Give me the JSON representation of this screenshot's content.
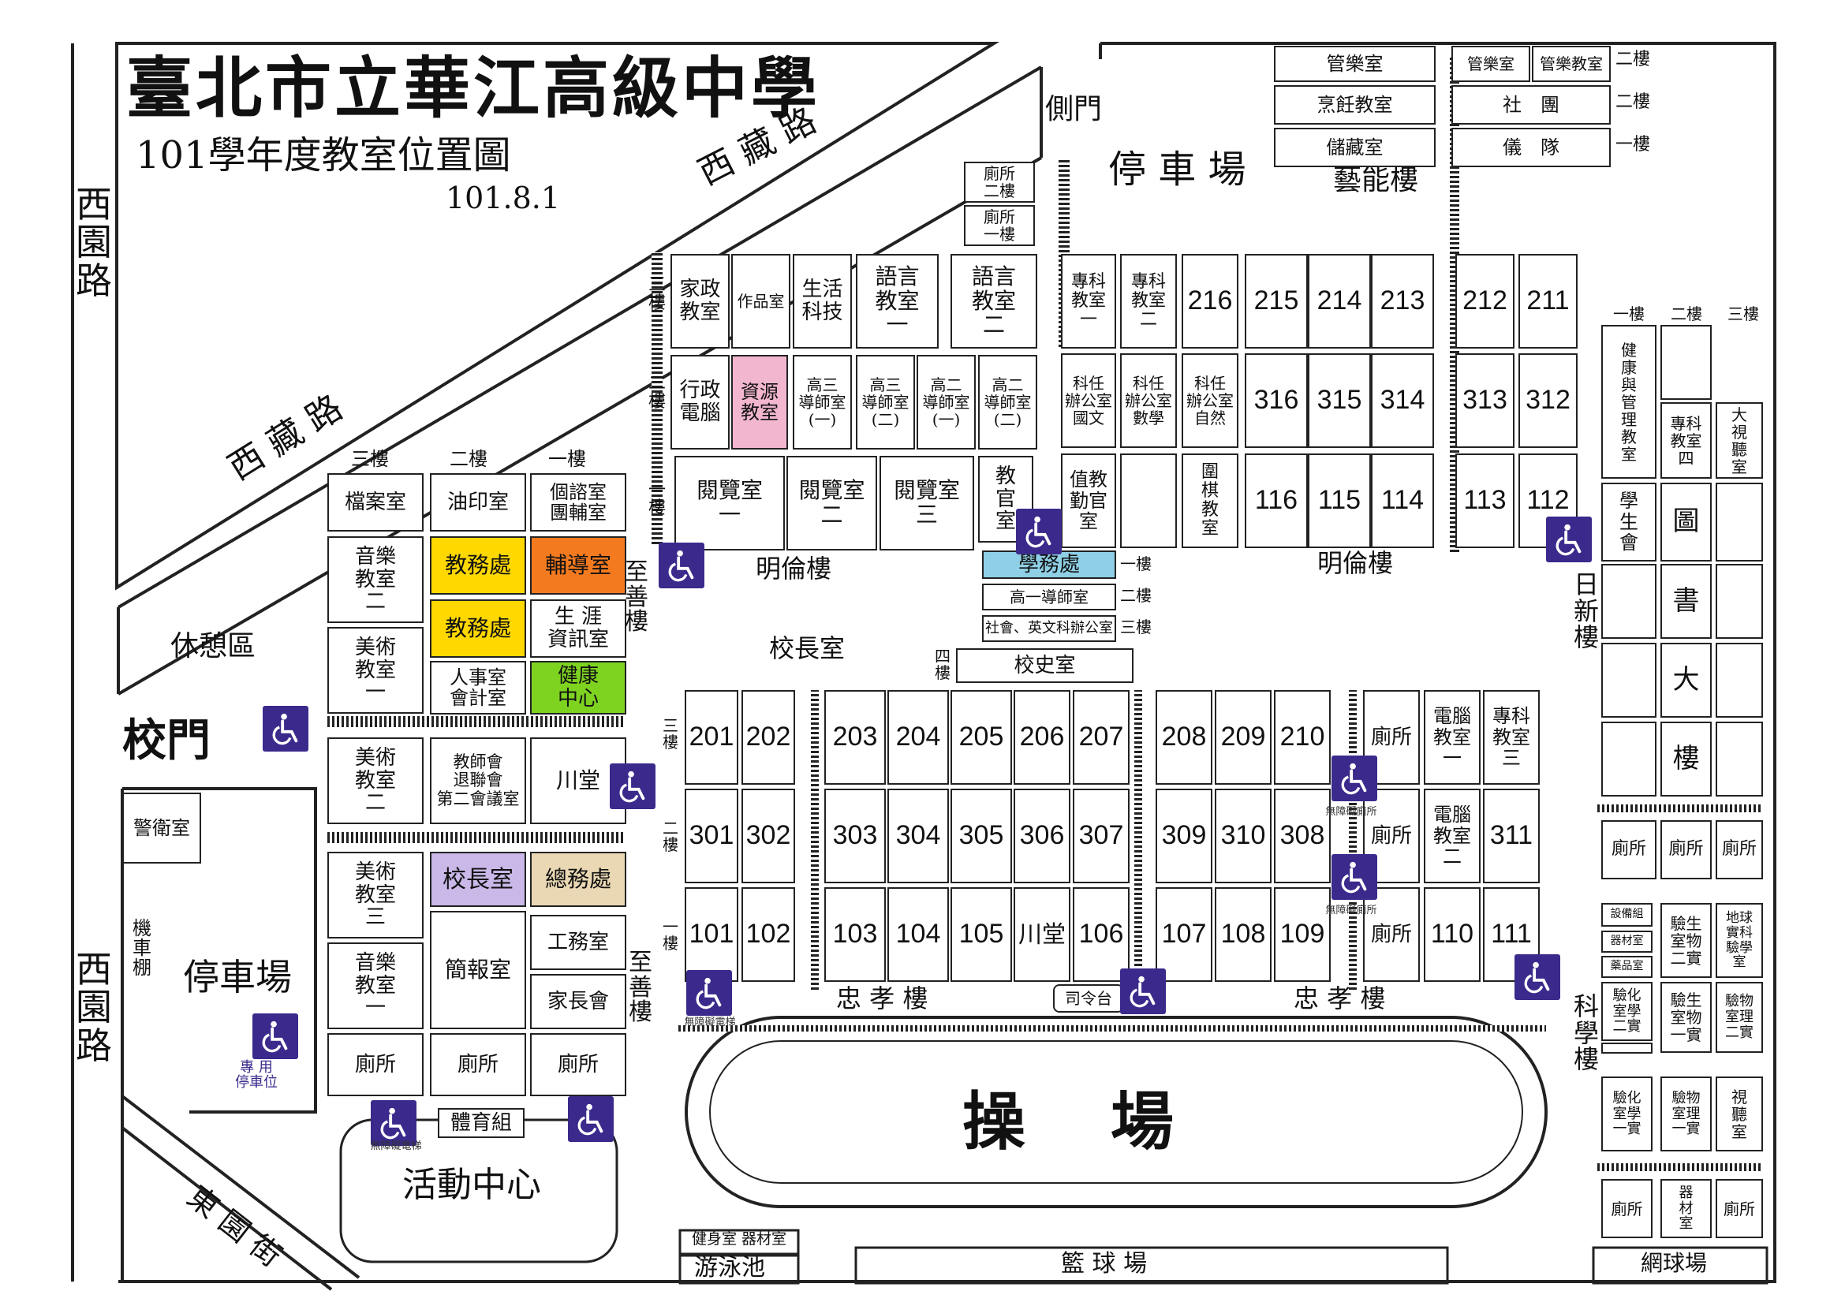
{
  "title": "臺北市立華江高級中學",
  "subtitle": "101學年度教室位置圖",
  "date": "101.8.1",
  "roads": {
    "xiyuan_top": "西\n園\n路",
    "xiyuan_bottom": "西\n園\n路",
    "xizang_top": "西 藏 路",
    "xizang_left": "西 藏 路",
    "dongyuan": "東 園 街"
  },
  "labels": {
    "side_gate": "側門",
    "parking_top": "停 車 場",
    "yitai": "藝能樓",
    "minglun_left": "明倫樓",
    "minglun_right": "明倫樓",
    "zhishan_top": "至\n善\n樓",
    "zhishan_bottom": "至\n善\n樓",
    "principal_area": "校長室",
    "zhongxiao_left": "忠 孝 樓",
    "zhongxiao_right": "忠 孝 樓",
    "rixin": "日\n新\n樓",
    "science": "科\n學\n樓",
    "playground": "操  場",
    "basketball": "籃 球 場",
    "tennis": "網球場",
    "pool": "游泳池",
    "gym": "健身室 器材室",
    "rest_area": "休憩區",
    "school_gate": "校門",
    "guard": "警衛室",
    "moto": "機\n車\n棚",
    "parking_left": "停車場",
    "parking_reserved": "專 用\n停車位",
    "activity_center": "活動中心",
    "sports_group": "體育組",
    "podium": "司令台",
    "floor_3": "三樓",
    "floor_2": "二樓",
    "floor_1": "一樓",
    "floor_4": "四樓",
    "accessible_elevator": "無障礙電梯",
    "accessible_toilet": "無障礙廁所"
  },
  "floor_markers": {
    "top_left": [
      "三樓",
      "二樓",
      "一樓"
    ],
    "top_mid": [
      "三\n樓",
      "二\n樓",
      "一\n樓"
    ],
    "right_col": [
      "一樓",
      "二樓",
      "三樓"
    ],
    "arts_right": [
      "二樓",
      "二樓",
      "一樓"
    ],
    "xuewu_right": [
      "一樓",
      "二樓",
      "三樓"
    ]
  },
  "rooms": {
    "arts": [
      "管樂室",
      "管樂室",
      "管樂教室",
      "烹飪教室",
      "社　團",
      "儲藏室",
      "儀　隊"
    ],
    "toilet_top": [
      "廁所\n二樓",
      "廁所\n一樓"
    ],
    "row3_left": [
      "家政\n教室",
      "作品室",
      "生活\n科技",
      "語言\n教室\n一",
      "語言\n教室\n二"
    ],
    "row2_left": [
      "行政\n電腦",
      "資源\n教室",
      "高三\n導師室\n(一)",
      "高三\n導師室\n(二)",
      "高二\n導師室\n(一)",
      "高二\n導師室\n(二)"
    ],
    "row1_left": [
      "閱覽室\n一",
      "閱覽室\n二",
      "閱覽室\n三",
      "教\n官\n室"
    ],
    "row3_right": [
      "專科\n教室\n一",
      "專科\n教室\n二",
      "216",
      "215",
      "214",
      "213",
      "212",
      "211"
    ],
    "row2_right": [
      "科任\n辦公室\n國文",
      "科任\n辦公室\n數學",
      "科任\n辦公室\n自然",
      "316",
      "315",
      "314",
      "313",
      "312"
    ],
    "row1_right": [
      "值教\n勤官\n室",
      "",
      "圍\n棋\n教\n室",
      "116",
      "115",
      "114",
      "113",
      "112"
    ],
    "xuewu": [
      "學務處",
      "高一導師室",
      "社會、英文科辦公室"
    ],
    "history": "校史室",
    "left_block_row1": [
      "檔案室",
      "油印室",
      "個諮室\n團輔室"
    ],
    "left_block_row2": [
      "音樂\n教室\n二",
      "教務處",
      "輔導室"
    ],
    "left_block_row3": [
      "美術\n教室\n一",
      "教務處",
      "生 涯\n資訊室"
    ],
    "left_block_row3b": [
      "人事室\n會計室",
      "健康\n中心"
    ],
    "left_block_row4": [
      "美術\n教室\n二",
      "教師會\n退聯會\n第二會議室",
      "川堂"
    ],
    "left_block_row5": [
      "美術\n教室\n三",
      "校長室",
      "總務處"
    ],
    "left_block_row6": [
      "音樂\n教室\n一",
      "簡報室",
      "工務室",
      "家長會"
    ],
    "left_block_row7": [
      "廁所",
      "廁所",
      "廁所"
    ],
    "zx3": [
      "201",
      "202",
      "203",
      "204",
      "205",
      "206",
      "207",
      "208",
      "209",
      "210",
      "廁所",
      "電腦\n教室\n一",
      "專科\n教室\n三"
    ],
    "zx2": [
      "301",
      "302",
      "303",
      "304",
      "305",
      "306",
      "307",
      "309",
      "310",
      "308",
      "廁所",
      "電腦\n教室\n二",
      "311"
    ],
    "zx1": [
      "101",
      "102",
      "103",
      "104",
      "105",
      "川堂",
      "106",
      "107",
      "108",
      "109",
      "廁所",
      "110",
      "111"
    ],
    "rixin": [
      "健\n康\n與\n管\n理\n教\n室",
      "專科\n教室\n四",
      "大\n視\n聽\n室",
      "學\n生\n會",
      "圖",
      "書",
      "大",
      "樓"
    ],
    "sci_toilets": [
      "廁所",
      "廁所",
      "廁所"
    ],
    "sci_row1": [
      "設備組",
      "器材室",
      "藥品室",
      "驗生\n室物\n二實",
      "地球\n實科\n驗學\n室"
    ],
    "sci_row2": [
      "驗化\n室學\n二實",
      "驗生\n室物\n一實",
      "驗物\n室理\n二實"
    ],
    "sci_row3": [
      "驗化\n室學\n一實",
      "驗物\n室理\n一實",
      "視\n聽\n室"
    ],
    "sci_row4": [
      "廁所",
      "器\n材\n室",
      "廁所"
    ]
  },
  "colors": {
    "accessible": "#3b2a8c",
    "resource_room": "#f2b6cf",
    "academic_affairs": "#ffd800",
    "counseling": "#f47a20",
    "health_center": "#7ed321",
    "student_affairs": "#8fd0e6",
    "principal": "#c9b8e8",
    "general_affairs": "#ead8b4"
  }
}
